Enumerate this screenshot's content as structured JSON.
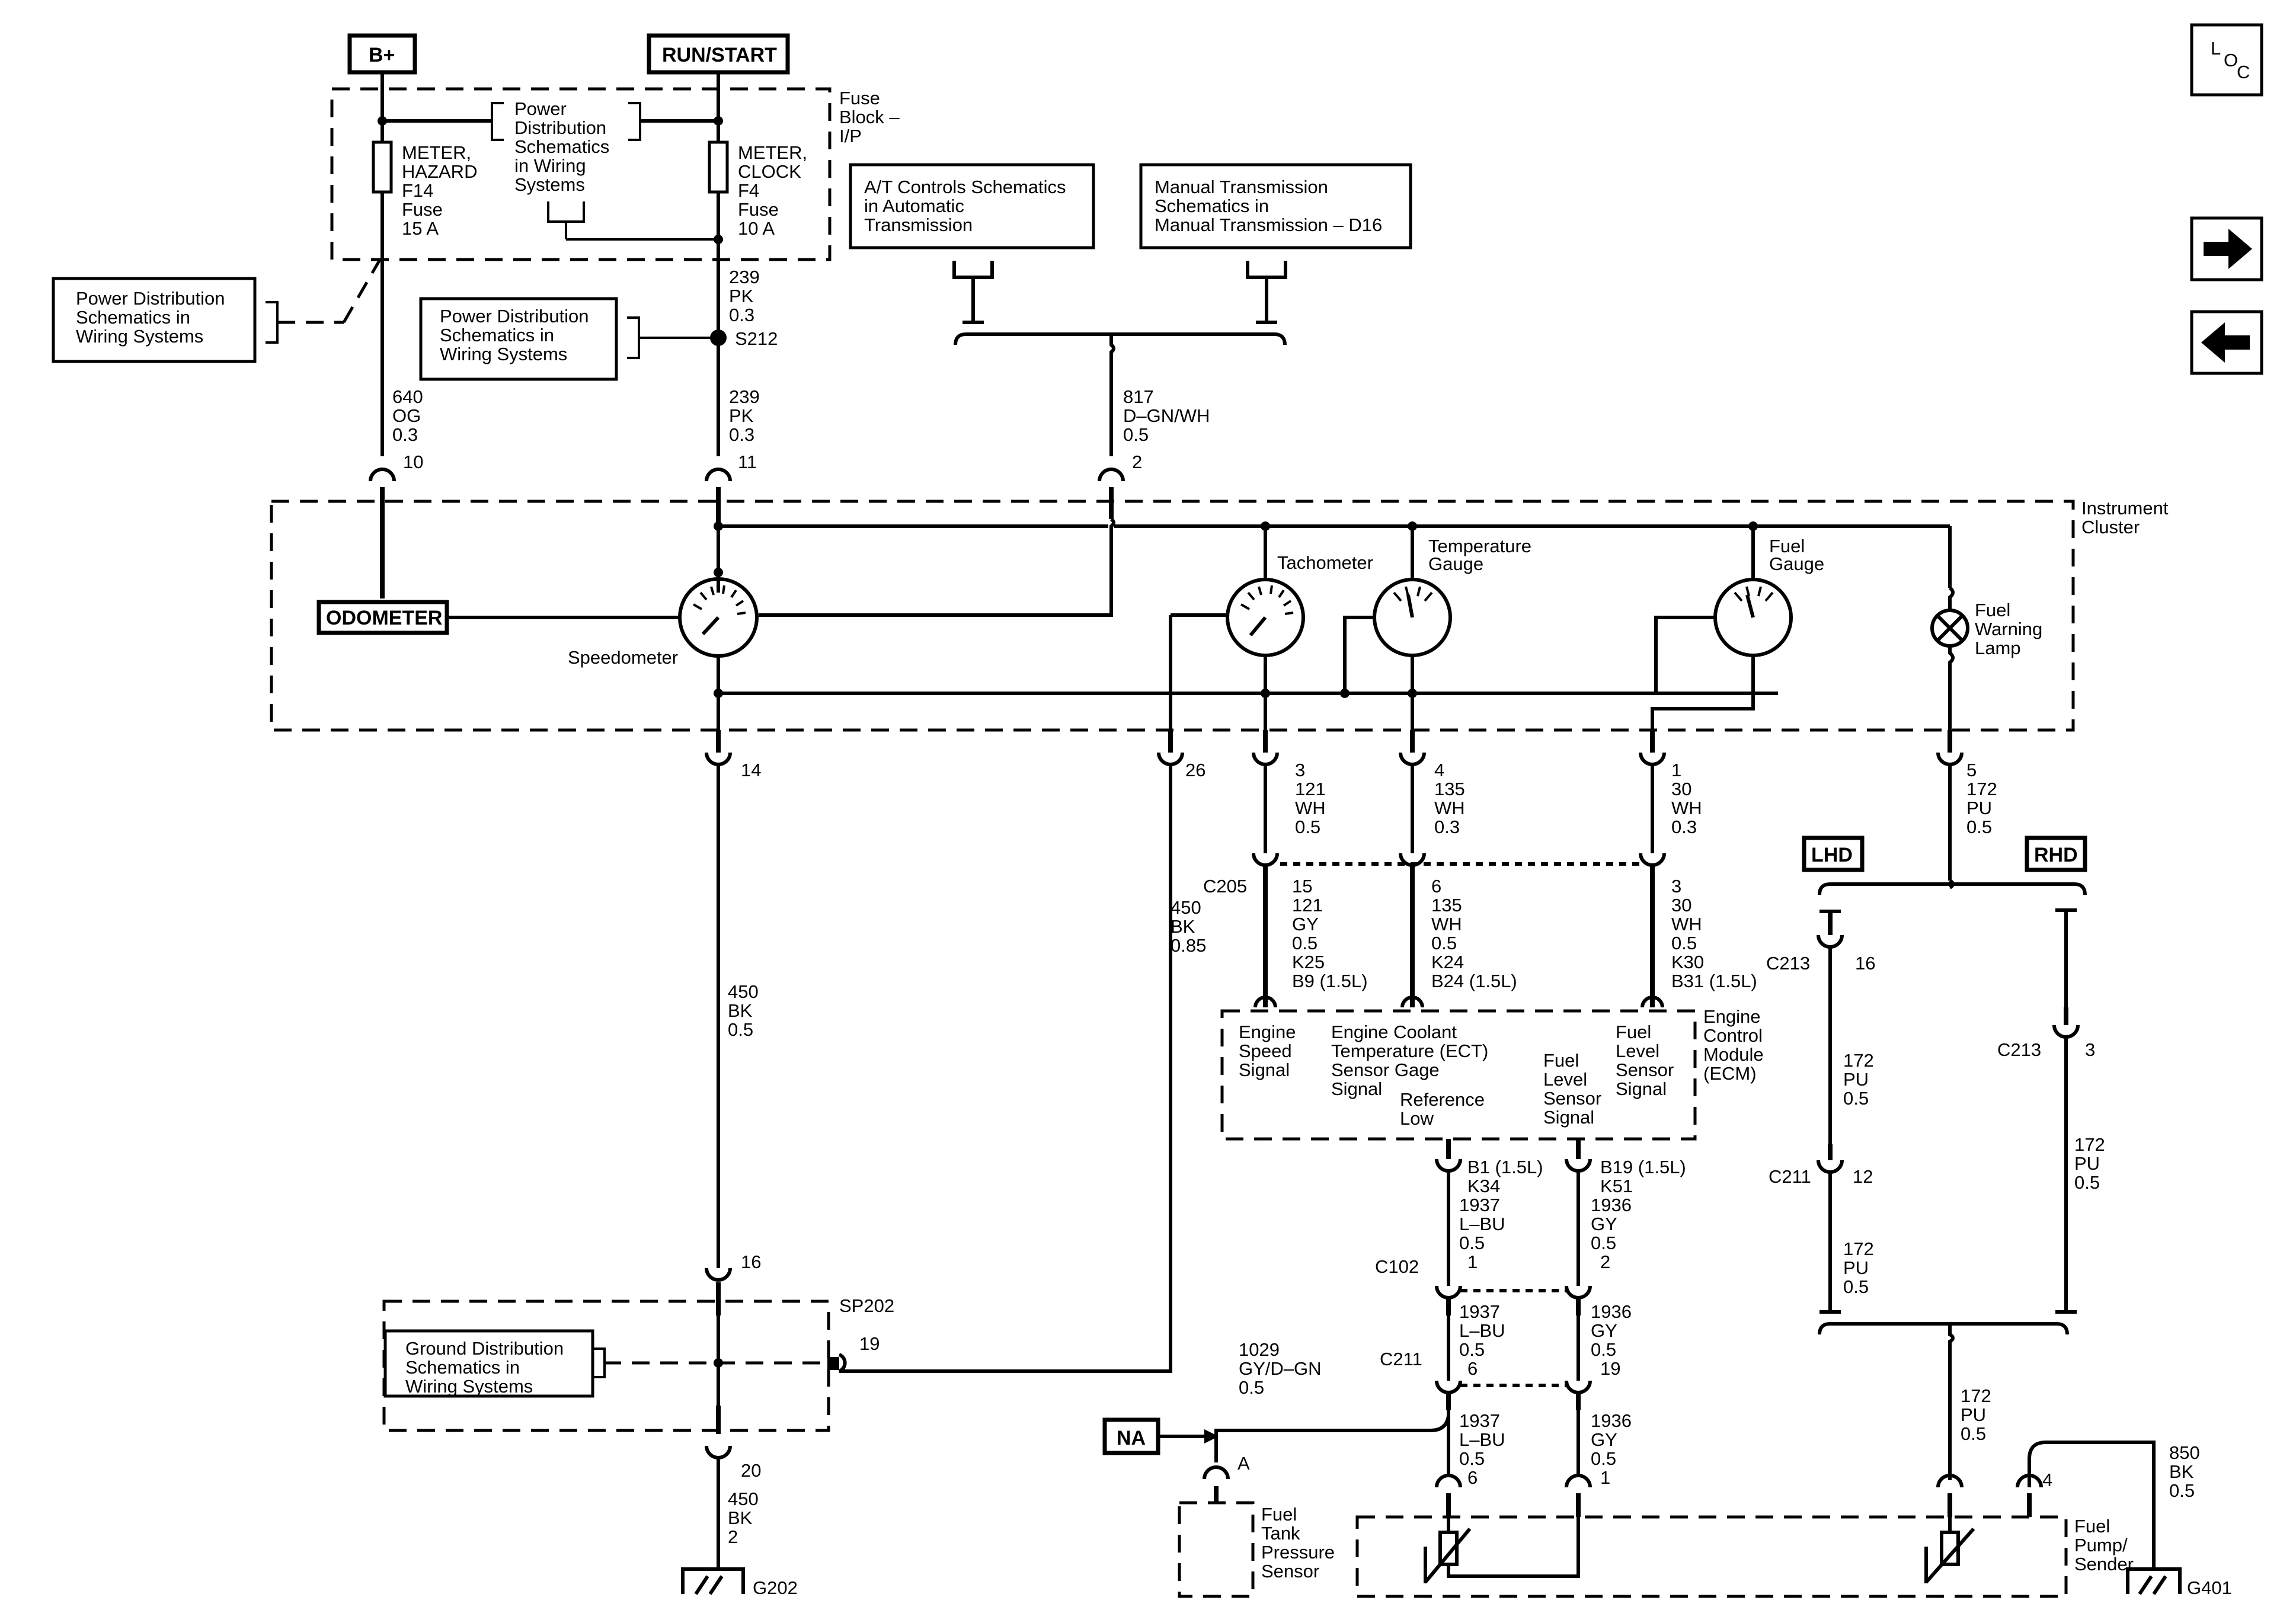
{
  "header": {
    "b_plus": "B+",
    "run_start": "RUN/START",
    "loc_l": "L",
    "loc_o": "O",
    "loc_c": "C"
  },
  "fuse_block": {
    "title_lines": [
      "Fuse",
      "Block –",
      "I/P"
    ],
    "fuse_left_lines": [
      "METER,",
      "HAZARD",
      "F14",
      "Fuse",
      "15 A"
    ],
    "fuse_right_lines": [
      "METER,",
      "CLOCK",
      "F4",
      "Fuse",
      "10 A"
    ],
    "pd_inner_lines": [
      "Power",
      "Distribution",
      "Schematics",
      "in Wiring",
      "Systems"
    ]
  },
  "ref_boxes": {
    "pd_left": [
      "Power Distribution",
      "Schematics in",
      "Wiring Systems"
    ],
    "pd_mid": [
      "Power Distribution",
      "Schematics in",
      "Wiring Systems"
    ],
    "at": [
      "A/T Controls Schematics",
      "in Automatic",
      "Transmission"
    ],
    "mt": [
      "Manual Transmission",
      "Schematics in",
      "Manual Transmission – D16"
    ],
    "ground": [
      "Ground Distribution",
      "Schematics in",
      "Wiring Systems"
    ]
  },
  "wires": {
    "w239_top": [
      "239",
      "PK",
      "0.3"
    ],
    "s212": "S212",
    "w239_bot": [
      "239",
      "PK",
      "0.3"
    ],
    "w640": [
      "640",
      "OG",
      "0.3"
    ],
    "w817": [
      "817",
      "D–GN/WH",
      "0.5"
    ],
    "pin10": "10",
    "pin11": "11",
    "pin2": "2",
    "pin14": "14",
    "pin26": "26",
    "cl3": [
      "3",
      "121",
      "WH",
      "0.5"
    ],
    "cl4": [
      "4",
      "135",
      "WH",
      "0.3"
    ],
    "cl1": [
      "1",
      "30",
      "WH",
      "0.3"
    ],
    "cl5": [
      "5",
      "172",
      "PU",
      "0.5"
    ],
    "c205": "C205",
    "ec15": [
      "15",
      "121",
      "GY",
      "0.5",
      "K25",
      "B9 (1.5L)"
    ],
    "ec6": [
      "6",
      "135",
      "WH",
      "0.5",
      "K24",
      "B24 (1.5L)"
    ],
    "ec3": [
      "3",
      "30",
      "WH",
      "0.5",
      "K30",
      "B31 (1.5L)"
    ],
    "w450_long": [
      "450",
      "BK",
      "0.5"
    ],
    "w450_26": [
      "450",
      "BK",
      "0.85"
    ],
    "pin16": "16",
    "sp202": "SP202",
    "pin19": "19",
    "pin20": "20",
    "w450_bot": [
      "450",
      "BK",
      "2"
    ],
    "g202": "G202",
    "lhd": "LHD",
    "rhd": "RHD",
    "c213a": "C213",
    "c213a_pin": "16",
    "c213b": "C213",
    "c213b_pin": "3",
    "lhd_w1": [
      "172",
      "PU",
      "0.5"
    ],
    "c211a": "C211",
    "c211a_pin": "12",
    "lhd_w2": [
      "172",
      "PU",
      "0.5"
    ],
    "rhd_w": [
      "172",
      "PU",
      "0.5"
    ],
    "b1": [
      "B1 (1.5L)",
      "K34",
      "1937",
      "L–BU",
      "0.5",
      "1"
    ],
    "b19": [
      "B19 (1.5L)",
      "K51",
      "1936",
      "GY",
      "0.5",
      "2"
    ],
    "c102": "C102",
    "w1937b": [
      "1937",
      "L–BU",
      "0.5",
      "6"
    ],
    "w1936b": [
      "1936",
      "GY",
      "0.5",
      "19"
    ],
    "c211b": "C211",
    "w1029": [
      "1029",
      "GY/D–GN",
      "0.5"
    ],
    "na": "NA",
    "pinA": "A",
    "w1937c": [
      "1937",
      "L–BU",
      "0.5",
      "6"
    ],
    "w1936c": [
      "1936",
      "GY",
      "0.5",
      "1"
    ],
    "pump_w": [
      "172",
      "PU",
      "0.5"
    ],
    "pin4": "4",
    "w850": [
      "850",
      "BK",
      "0.5"
    ],
    "g401": "G401"
  },
  "cluster": {
    "title_lines": [
      "Instrument",
      "Cluster"
    ],
    "odometer": "ODOMETER",
    "speedometer": "Speedometer",
    "tachometer": "Tachometer",
    "temp_lines": [
      "Temperature",
      "Gauge"
    ],
    "fuel_lines": [
      "Fuel",
      "Gauge"
    ],
    "lamp_lines": [
      "Fuel",
      "Warning",
      "Lamp"
    ]
  },
  "ecm": {
    "title_lines": [
      "Engine",
      "Control",
      "Module",
      "(ECM)"
    ],
    "speed_lines": [
      "Engine",
      "Speed",
      "Signal"
    ],
    "ect_lines": [
      "Engine Coolant",
      "Temperature (ECT)",
      "Sensor Gage",
      "Signal"
    ],
    "ref_lines": [
      "Reference",
      "Low"
    ],
    "fls_lines": [
      "Fuel",
      "Level",
      "Sensor",
      "Signal"
    ],
    "fls2_lines": [
      "Fuel",
      "Level",
      "Sensor",
      "Signal"
    ]
  },
  "components": {
    "tank_sensor": [
      "Fuel",
      "Tank",
      "Pressure",
      "Sensor"
    ],
    "pump_sender": [
      "Fuel",
      "Pump/",
      "Sender"
    ]
  }
}
